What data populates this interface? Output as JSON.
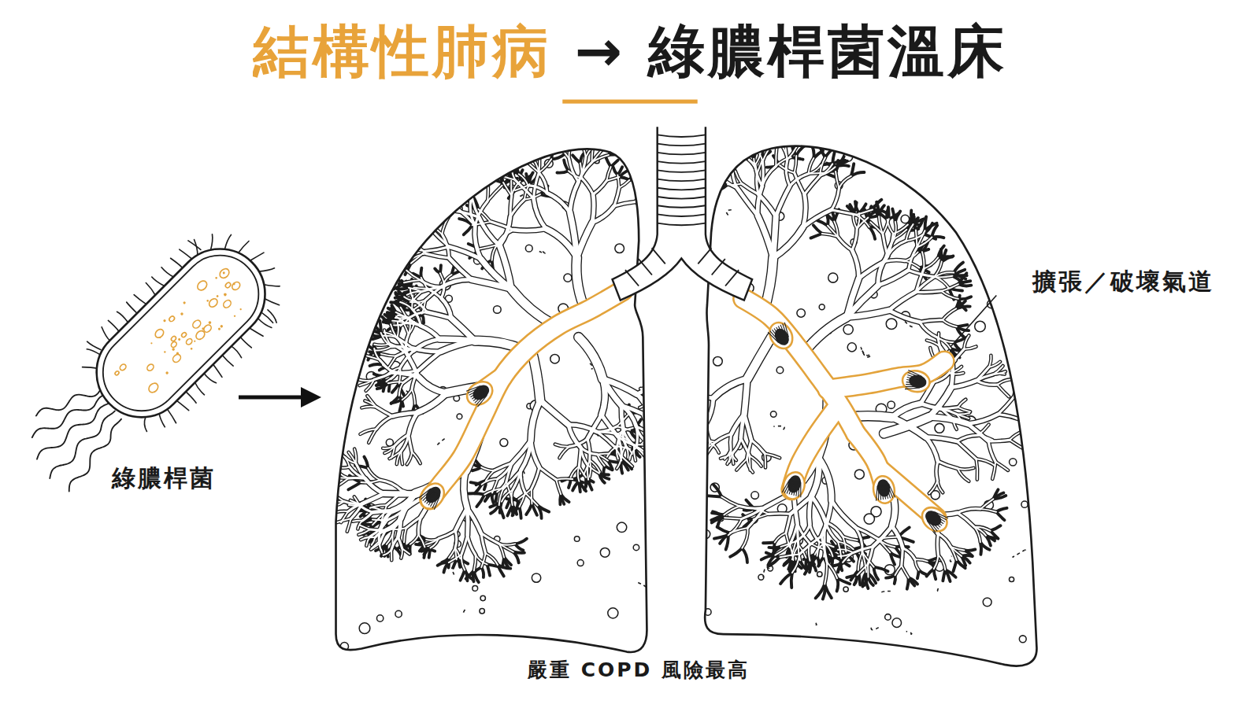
{
  "diagram": {
    "title": "結構性肺病 → 綠膿桿菌溫床",
    "nodes": [
      {
        "text": [
          "綠膿桿菌"
        ]
      },
      {
        "text": [
          "嚴重 COPD 風險最高"
        ]
      }
    ],
    "edges": [
      {
        "from": 0,
        "to": 1,
        "arrow": "to"
      }
    ],
    "labels": [
      "擴張／破壞氣道"
    ]
  }
}
